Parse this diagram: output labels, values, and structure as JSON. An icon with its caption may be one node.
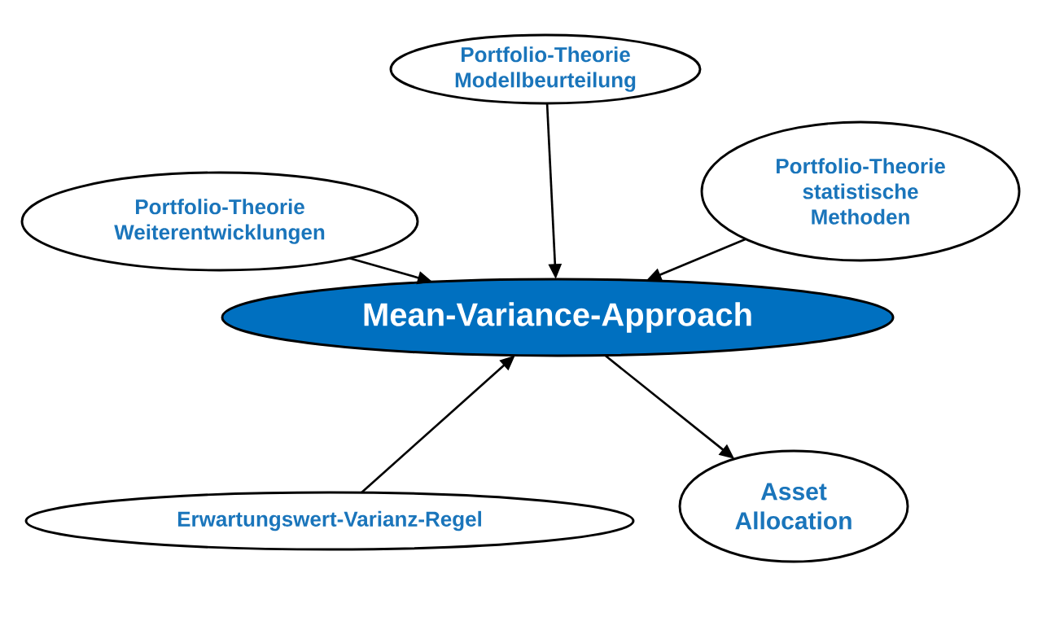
{
  "diagram": {
    "nodes": [
      {
        "text": [
          "Portfolio-Theorie Modellbeurteilung"
        ]
      },
      {
        "text": [
          "Portfolio-Theorie statistische Methoden"
        ]
      },
      {
        "text": [
          "Portfolio-Theorie Weiterentwicklungen"
        ]
      },
      {
        "text": [
          "Mean-Variance-Approach"
        ]
      },
      {
        "text": [
          "Erwartungswert-Varianz-Regel"
        ]
      },
      {
        "text": [
          "Asset Allocation"
        ]
      }
    ],
    "edges": [
      {
        "from": 0,
        "to": 3,
        "arrow": "to"
      },
      {
        "from": 1,
        "to": 3,
        "arrow": "to"
      },
      {
        "from": 2,
        "to": 3,
        "arrow": "to"
      },
      {
        "from": 4,
        "to": 3,
        "arrow": "to"
      },
      {
        "from": 3,
        "to": 5,
        "arrow": "to"
      }
    ]
  }
}
